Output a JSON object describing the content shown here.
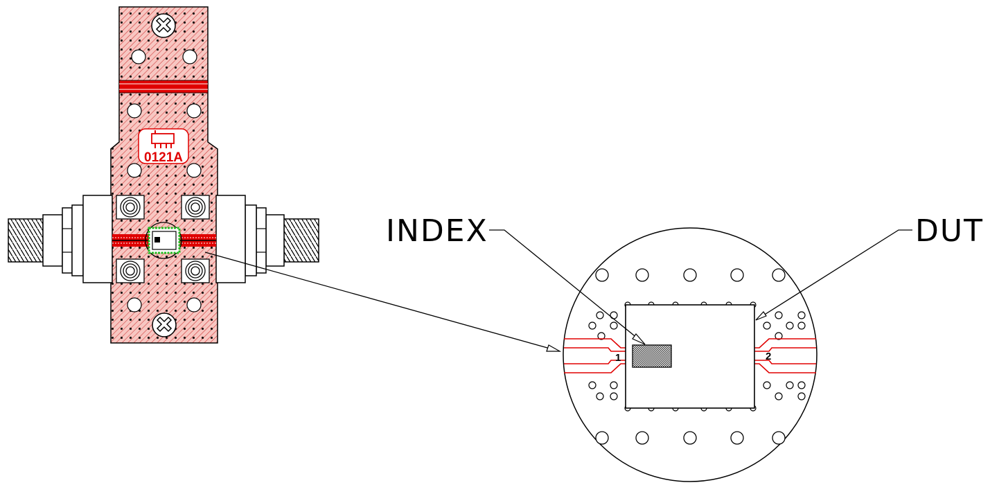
{
  "diagram": {
    "part_number": "0121A",
    "callouts": {
      "index": "INDEX",
      "dut": "DUT"
    },
    "pins": {
      "pin1": "1",
      "pin2": "2"
    }
  },
  "colors": {
    "board": "#f4b6b0",
    "board_hatch": "#d03030",
    "trace": "#e00000",
    "dut_outline": "#22bb22",
    "line": "#000000"
  }
}
